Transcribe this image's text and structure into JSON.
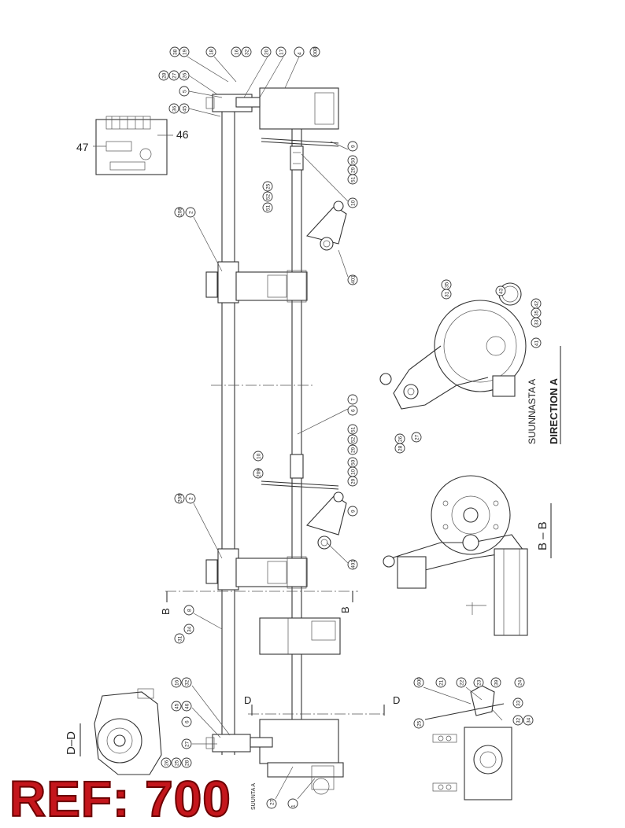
{
  "stamp": {
    "reference": "REF: 700"
  },
  "views": {
    "direction_a_fi": "SUUNNASTA A",
    "direction_a_en": "DIRECTION A",
    "section_bb": "B – B",
    "section_dd": "D–D",
    "view_arrow_label": "SUUNTA A"
  },
  "section_marks": {
    "b_left": "B",
    "b_right": "B",
    "d_left": "D",
    "d_right": "D"
  },
  "callouts": {
    "item_46": "46",
    "item_47": "47"
  },
  "balloons_top": [
    "38",
    "19",
    "18",
    "16",
    "32",
    "20",
    "17",
    "4",
    "008",
    "28",
    "27",
    "26",
    "5",
    "36",
    "45"
  ],
  "balloons_mid": [
    "9",
    "51",
    "29",
    "50",
    "10",
    "51",
    "52",
    "25",
    "208",
    "2",
    "401",
    "43",
    "31",
    "35",
    "33",
    "35",
    "42",
    "41",
    "28",
    "26",
    "27",
    "7",
    "6",
    "29",
    "52",
    "51",
    "10",
    "209",
    "29",
    "10",
    "50",
    "9",
    "208",
    "2",
    "401"
  ],
  "balloons_low": [
    "8",
    "31",
    "34",
    "16",
    "32",
    "45",
    "46",
    "6",
    "27",
    "26",
    "25",
    "28",
    "27",
    "1",
    "600",
    "21",
    "22",
    "23",
    "39",
    "24",
    "33",
    "25",
    "32",
    "34",
    "31"
  ]
}
